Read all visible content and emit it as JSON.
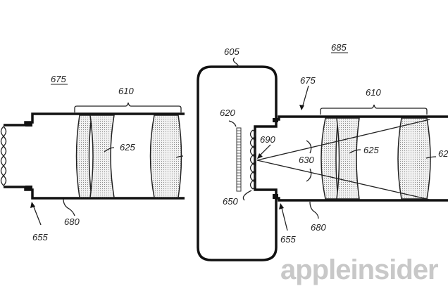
{
  "labels": {
    "left_assembly": "675",
    "left_lens_group": "610",
    "left_lens": "625",
    "left_mount": "655",
    "left_barrel": "680",
    "device_body": "605",
    "right_figure": "685",
    "right_assembly": "675",
    "right_lens_group": "610",
    "sensor": "620",
    "microlens": "690",
    "light_cone": "630",
    "right_lens": "625",
    "right_lens_cut": "62",
    "microlens_array": "650",
    "right_mount": "655",
    "right_barrel": "680"
  },
  "watermark": "appleinsider"
}
